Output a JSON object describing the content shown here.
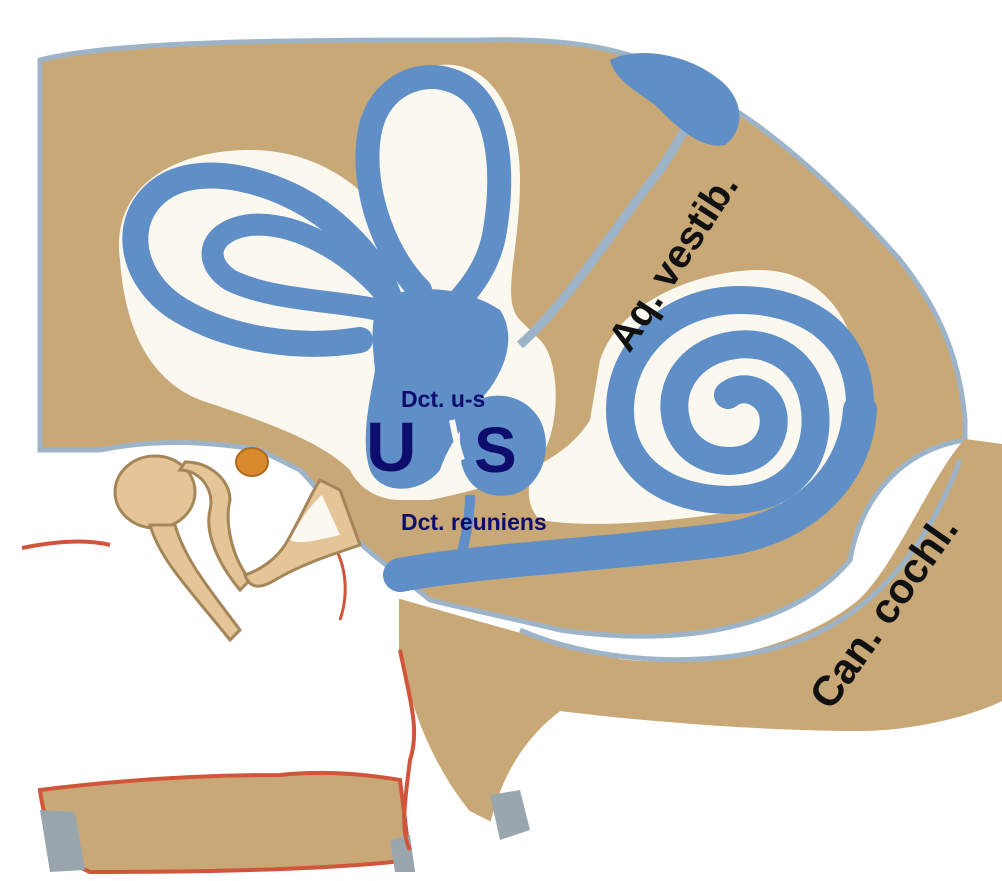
{
  "labels": {
    "dct_us": "Dct. u-s",
    "utriculus": "U",
    "sacculus": "S",
    "dct_reuniens": "Dct. reuniens",
    "aq_vestib": "Aq. vestib.",
    "can_cochl": "Can. cochl."
  },
  "colors": {
    "bone": "#c9a877",
    "bone_dark": "#a58658",
    "labyrinth": "#5f8fc6",
    "perilymph": "#fbf8f0",
    "membrane": "#9db4c8",
    "periosteum_red": "#d0553a",
    "ossicle": "#e3c597",
    "label_navy": "#0d0d6e",
    "label_black": "#111111"
  }
}
